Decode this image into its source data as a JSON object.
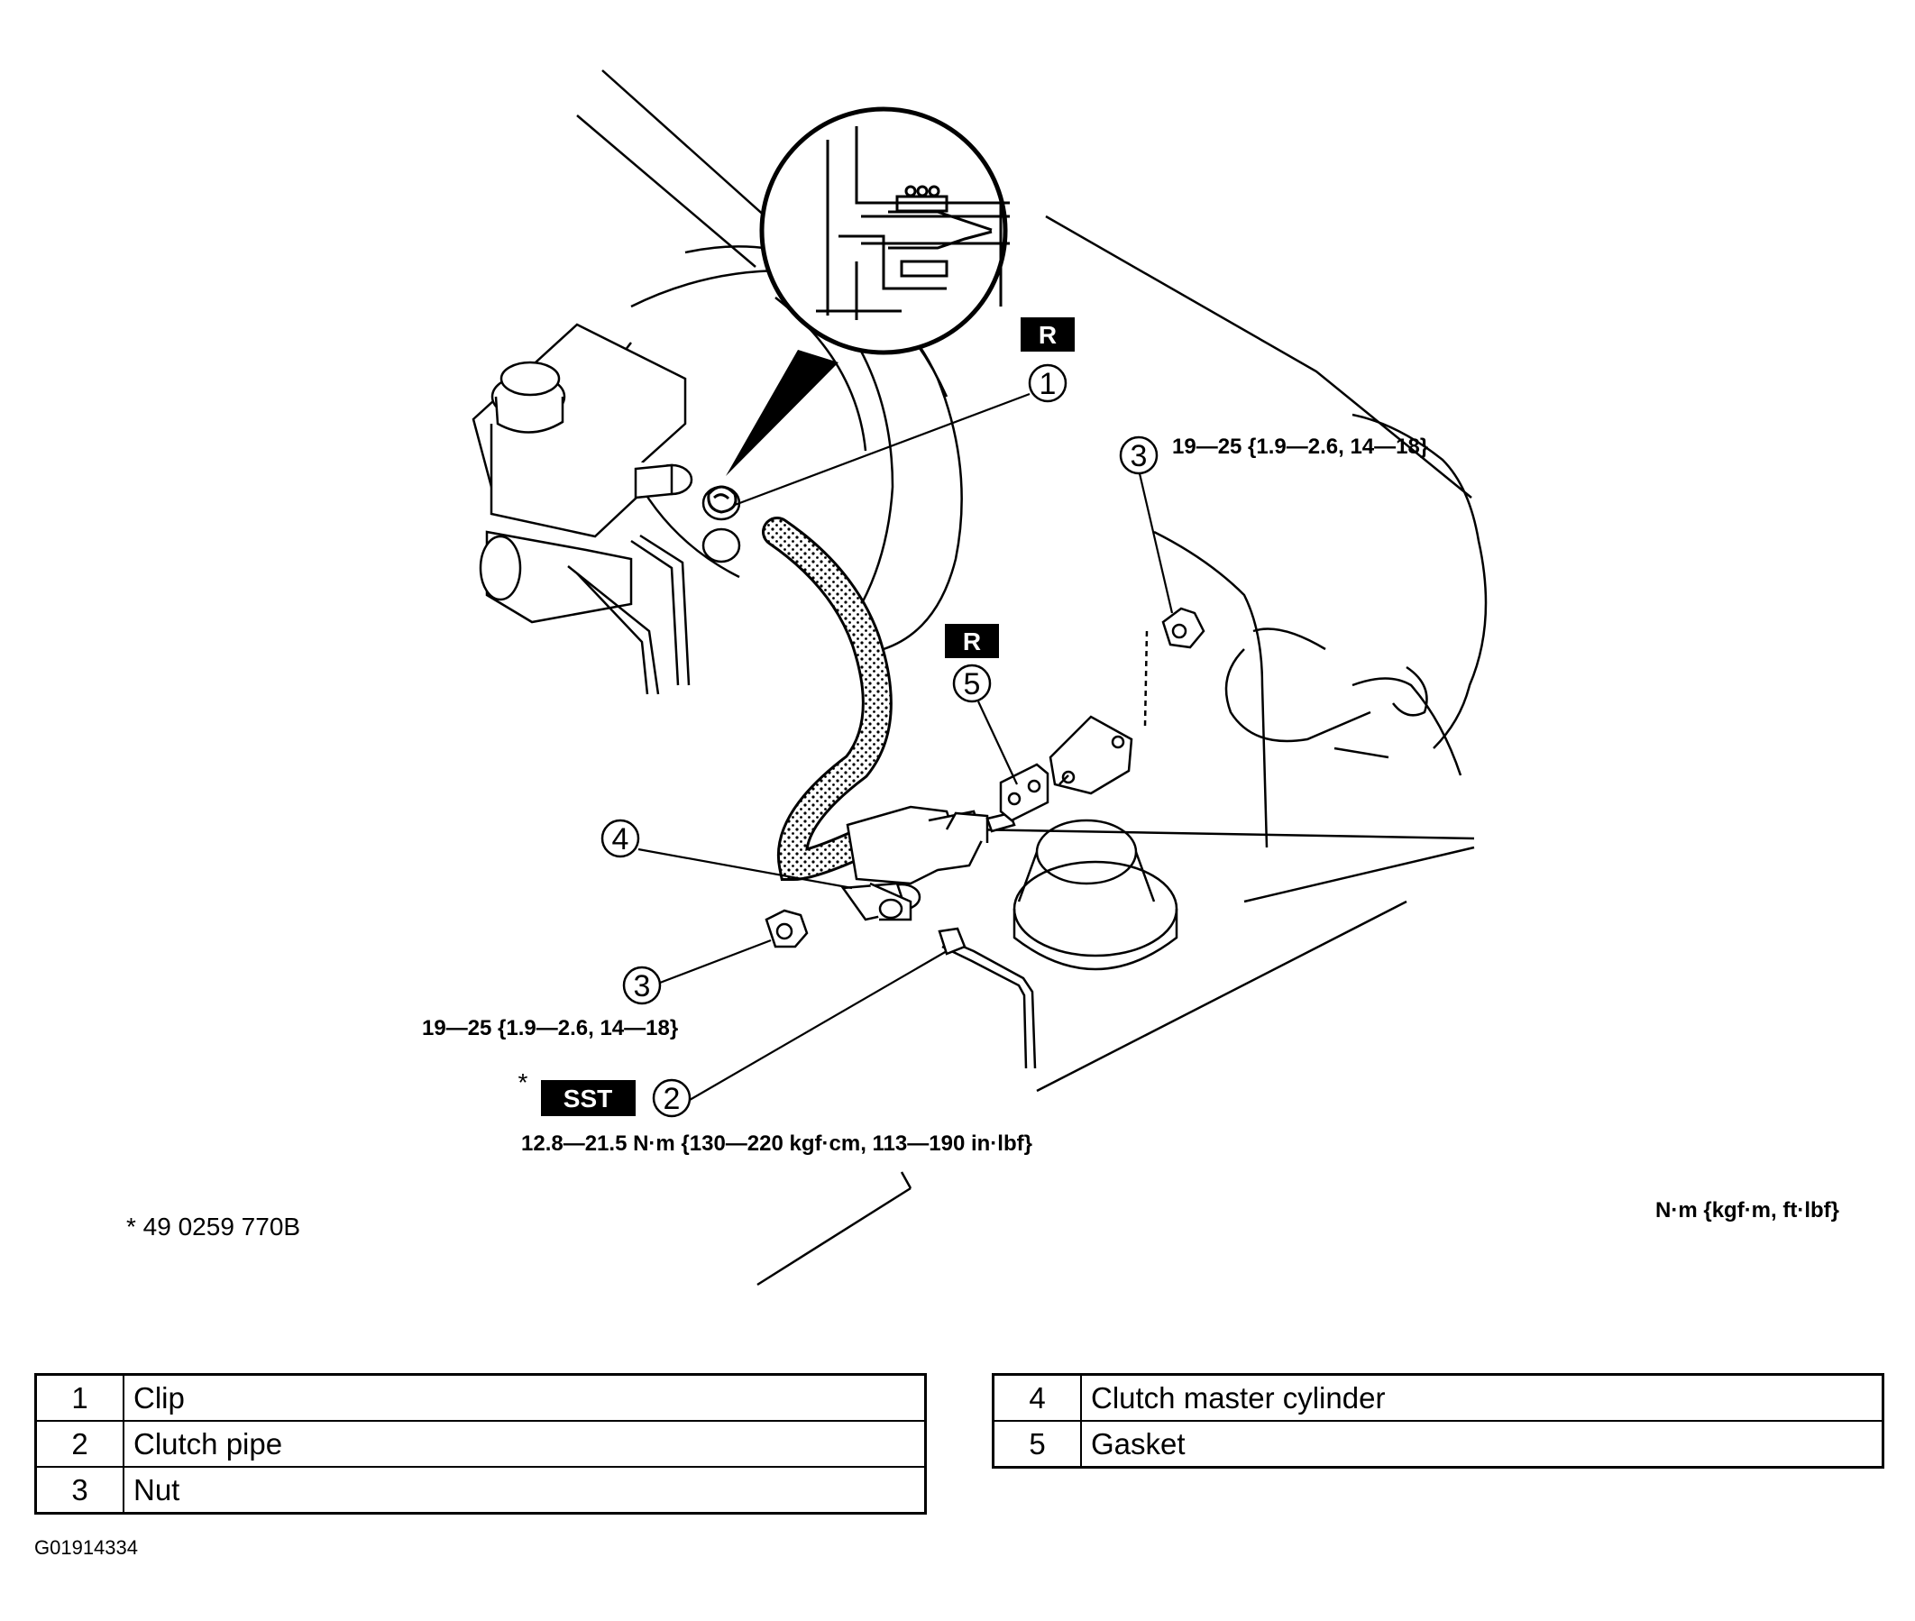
{
  "diagram": {
    "callouts": [
      {
        "id": "1"
      },
      {
        "id": "2"
      },
      {
        "id": "3"
      },
      {
        "id": "3"
      },
      {
        "id": "4"
      },
      {
        "id": "5"
      }
    ],
    "badges": {
      "reuse": "R",
      "sst": "SST",
      "asterisk": "*"
    },
    "torque_nut_upper": "19—25 {1.9—2.6, 14—18}",
    "torque_nut_lower": "19—25 {1.9—2.6, 14—18}",
    "torque_pipe": "12.8—21.5 N·m {130—220 kgf·cm, 113—190 in·lbf}",
    "units_note": "N·m {kgf·m, ft·lbf}",
    "sst_note": "* 49 0259 770B",
    "figure_code": "G01914334"
  },
  "legend_left": [
    {
      "num": "1",
      "label": "Clip"
    },
    {
      "num": "2",
      "label": "Clutch pipe"
    },
    {
      "num": "3",
      "label": "Nut"
    }
  ],
  "legend_right": [
    {
      "num": "4",
      "label": "Clutch master cylinder"
    },
    {
      "num": "5",
      "label": "Gasket"
    }
  ]
}
